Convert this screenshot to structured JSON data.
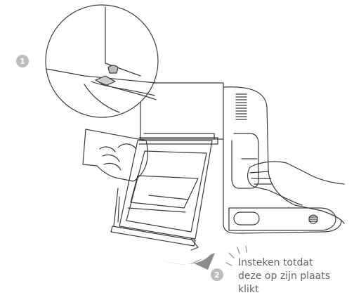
{
  "steps": [
    {
      "number": "1"
    },
    {
      "number": "2"
    }
  ],
  "instruction": {
    "lines": [
      "Insteken totdat",
      "deze op zijn plaats",
      "klikt"
    ]
  },
  "icons": {
    "step1": "number-badge-icon",
    "step2": "number-badge-icon",
    "motion": "curved-arrow-icon",
    "click": "click-sound-lines-icon"
  },
  "colors": {
    "line": "#3a3a3a",
    "badge": "#bdbdbd",
    "arrow": "#8c8c8c",
    "text": "#666666"
  }
}
